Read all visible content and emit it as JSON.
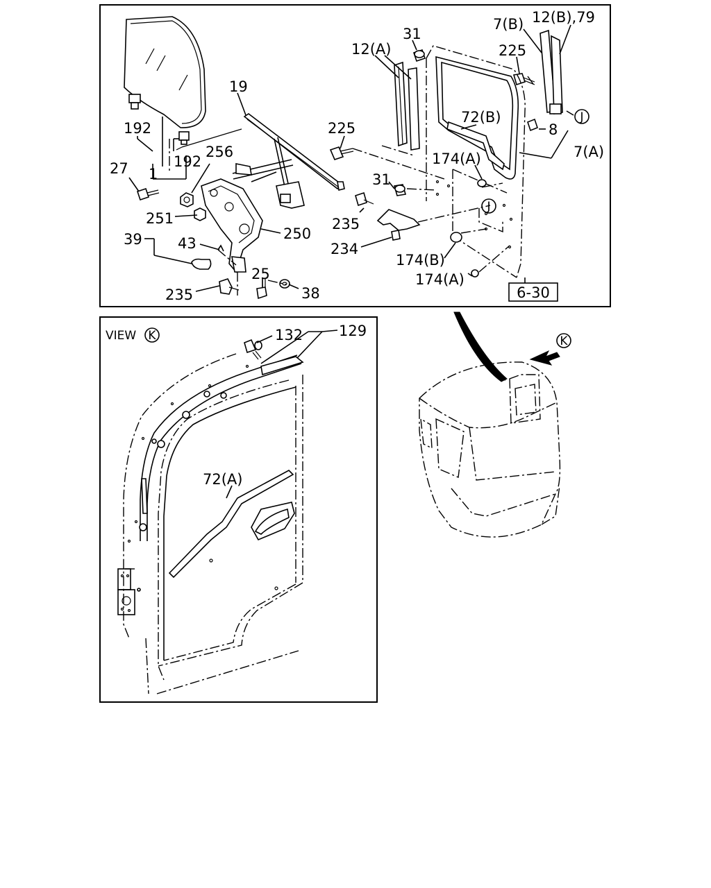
{
  "main_panel": {
    "labels": {
      "l192a": "192",
      "l192b": "192",
      "l1": "1",
      "l27": "27",
      "l256": "256",
      "l19": "19",
      "l251": "251",
      "l250": "250",
      "l39": "39",
      "l43": "43",
      "l25": "25",
      "l235a": "235",
      "l38": "38",
      "l31a": "31",
      "l12a": "12(A)",
      "l7b": "7(B)",
      "l12b79": "12(B),79",
      "l225a": "225",
      "l72b": "72(B)",
      "l8": "8",
      "l7a": "7(A)",
      "l225b": "225",
      "l174a1": "174(A)",
      "l31b": "31",
      "l235b": "235",
      "l234": "234",
      "l174b": "174(B)",
      "l174a2": "174(A)",
      "ref_j1": "J",
      "ref_j2": "J",
      "page_ref": "6-30"
    }
  },
  "view_panel": {
    "title_prefix": "VIEW",
    "title_ref": "K",
    "labels": {
      "l132": "132",
      "l129": "129",
      "l72a": "72(A)"
    }
  },
  "cab_view": {
    "arrow_ref": "K"
  }
}
